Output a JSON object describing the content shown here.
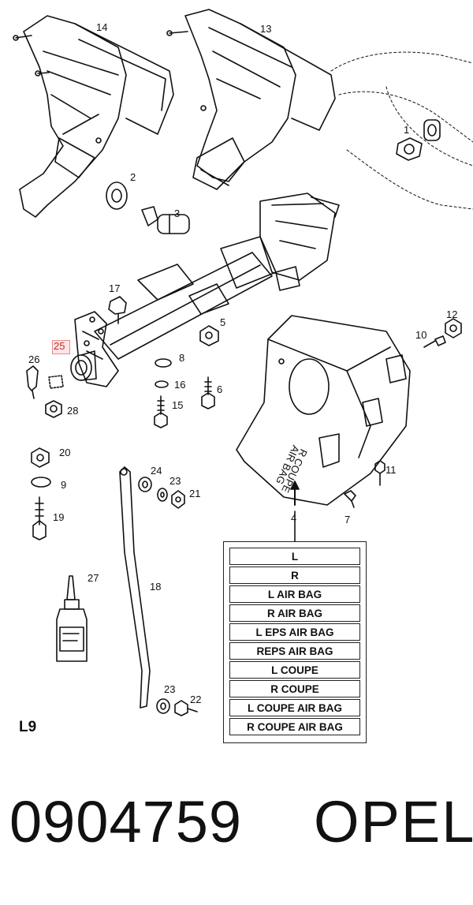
{
  "callouts": {
    "c1": "1",
    "c2": "2",
    "c3": "3",
    "c4": "4",
    "c5": "5",
    "c6": "6",
    "c7": "7",
    "c8": "8",
    "c9": "9",
    "c10": "10",
    "c11": "11",
    "c12": "12",
    "c13": "13",
    "c14": "14",
    "c15": "15",
    "c16": "16",
    "c17": "17",
    "c18": "18",
    "c19": "19",
    "c20": "20",
    "c21": "21",
    "c22": "22",
    "c23a": "23",
    "c23b": "23",
    "c24": "24",
    "c26": "26",
    "c27": "27",
    "c28": "28"
  },
  "highlighted_callout": "25",
  "variants": [
    "L",
    "R",
    "L AIR BAG",
    "R AIR BAG",
    "L EPS AIR BAG",
    "REPS AIR BAG",
    "L COUPE",
    "R COUPE",
    "L COUPE AIR BAG",
    "R COUPE AIR BAG"
  ],
  "shroud_text": [
    "R COUPE",
    "AIR BAG"
  ],
  "page_label": "L9",
  "part_number": "0904759",
  "brand": "OPEL",
  "colors": {
    "line": "#111111",
    "highlight_border": "#e88a8a",
    "highlight_fill": "#ffcdcd"
  }
}
